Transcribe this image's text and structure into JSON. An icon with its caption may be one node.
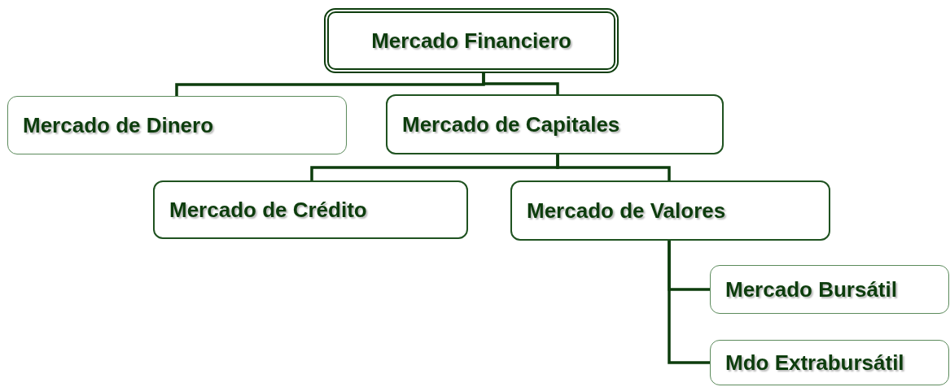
{
  "diagram": {
    "nodes": [
      {
        "text": [
          "Mercado Financiero"
        ]
      },
      {
        "text": [
          "Mercado de Dinero"
        ]
      },
      {
        "text": [
          "Mercado de Capitales"
        ]
      },
      {
        "text": [
          "Mercado de Crédito"
        ]
      },
      {
        "text": [
          "Mercado de Valores"
        ]
      },
      {
        "text": [
          "Mercado Bursátil"
        ]
      },
      {
        "text": [
          "Mdo Extrabursátil"
        ]
      }
    ],
    "edges": [
      {
        "from": 0,
        "to": 1,
        "arrow": "none"
      },
      {
        "from": 0,
        "to": 2,
        "arrow": "none"
      },
      {
        "from": 2,
        "to": 3,
        "arrow": "none"
      },
      {
        "from": 2,
        "to": 4,
        "arrow": "none"
      },
      {
        "from": 4,
        "to": 5,
        "arrow": "none"
      },
      {
        "from": 4,
        "to": 6,
        "arrow": "none"
      }
    ]
  }
}
